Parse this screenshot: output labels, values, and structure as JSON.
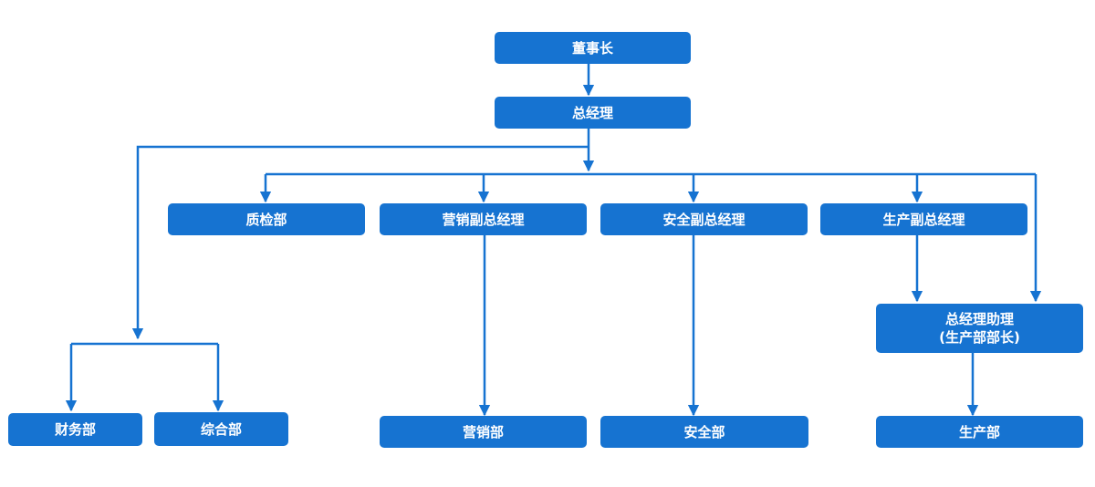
{
  "colors": {
    "box_fill": "#1673d1",
    "box_text": "#ffffff",
    "connector": "#1673d1"
  },
  "chart": {
    "chairman": "董事长",
    "general_manager": "总经理",
    "quality_dept": "质检部",
    "marketing_vp": "营销副总经理",
    "safety_vp": "安全副总经理",
    "production_vp": "生产副总经理",
    "gm_assistant": {
      "line1": "总经理助理",
      "line2": "(生产部部长)"
    },
    "finance_dept": "财务部",
    "general_affairs_dept": "综合部",
    "marketing_dept": "营销部",
    "safety_dept": "安全部",
    "production_dept": "生产部"
  }
}
